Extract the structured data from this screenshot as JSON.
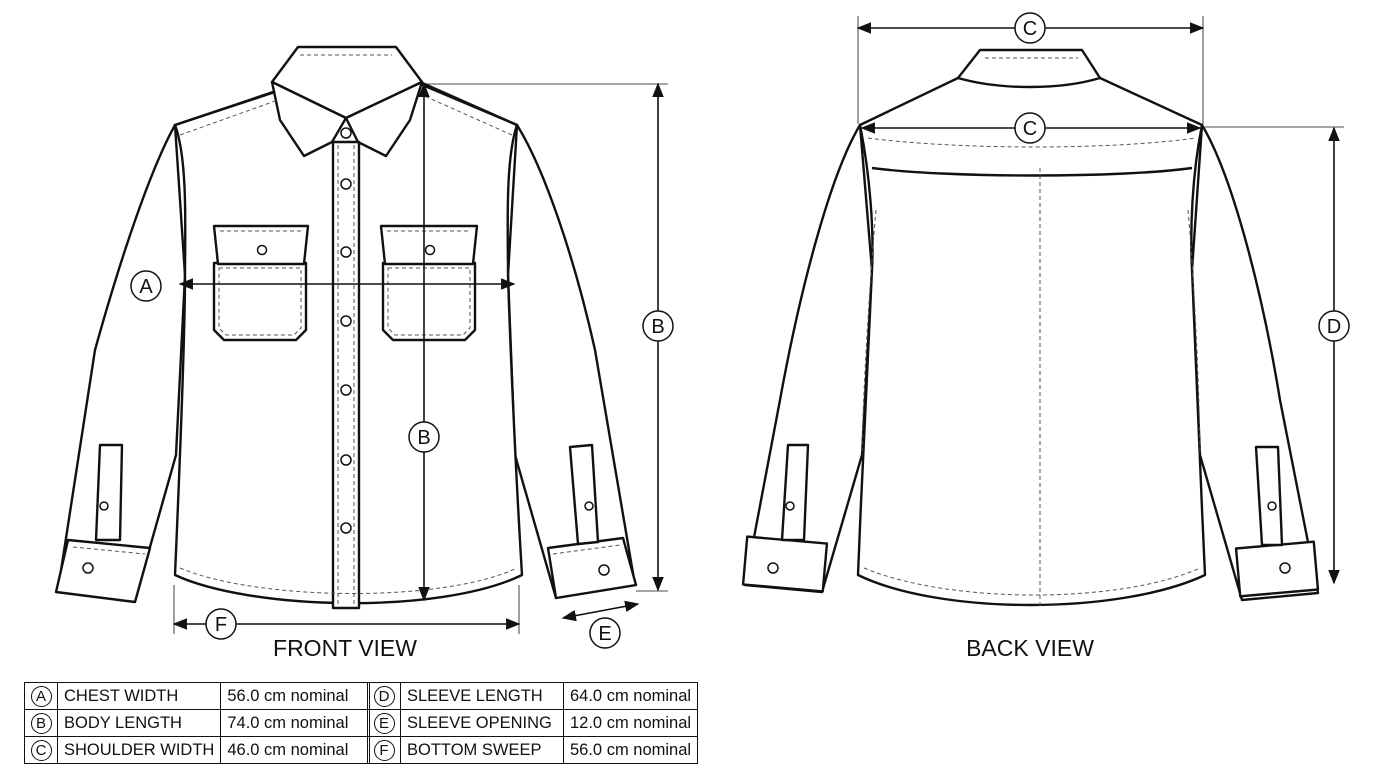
{
  "views": {
    "front_title": "FRONT VIEW",
    "back_title": "BACK VIEW"
  },
  "markers": {
    "a": "A",
    "b": "B",
    "c": "C",
    "d": "D",
    "e": "E",
    "f": "F"
  },
  "specs": {
    "left": [
      {
        "key": "A",
        "name": "CHEST WIDTH",
        "value": "56.0 cm nominal"
      },
      {
        "key": "B",
        "name": "BODY LENGTH",
        "value": "74.0 cm nominal"
      },
      {
        "key": "C",
        "name": "SHOULDER WIDTH",
        "value": "46.0 cm nominal"
      }
    ],
    "right": [
      {
        "key": "D",
        "name": "SLEEVE LENGTH",
        "value": "64.0 cm nominal"
      },
      {
        "key": "E",
        "name": "SLEEVE OPENING",
        "value": "12.0 cm nominal"
      },
      {
        "key": "F",
        "name": "BOTTOM SWEEP",
        "value": "56.0 cm nominal"
      }
    ]
  }
}
